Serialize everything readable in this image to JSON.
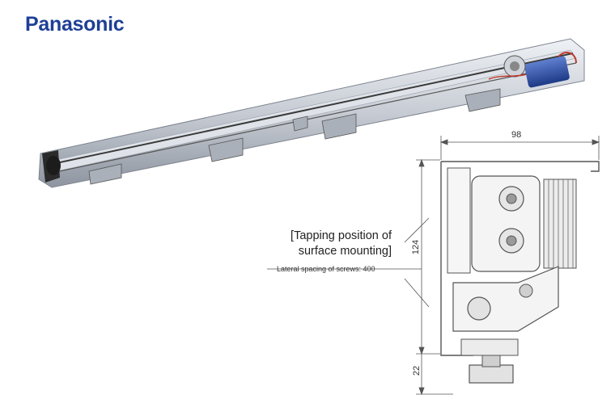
{
  "brand": {
    "logo_text": "Panasonic",
    "logo_color": "#1e3f96"
  },
  "callout": {
    "title_line1": "[Tapping position of",
    "title_line2": "surface mounting]",
    "note": "Lateral spacing of screws: 400"
  },
  "dimensions": {
    "width": "98",
    "height": "124",
    "bottom_offset": "22"
  },
  "colors": {
    "aluminium": "#c9ced6",
    "motor": "#2a4fa8",
    "belt": "#3a3a3a",
    "line": "#555555"
  }
}
